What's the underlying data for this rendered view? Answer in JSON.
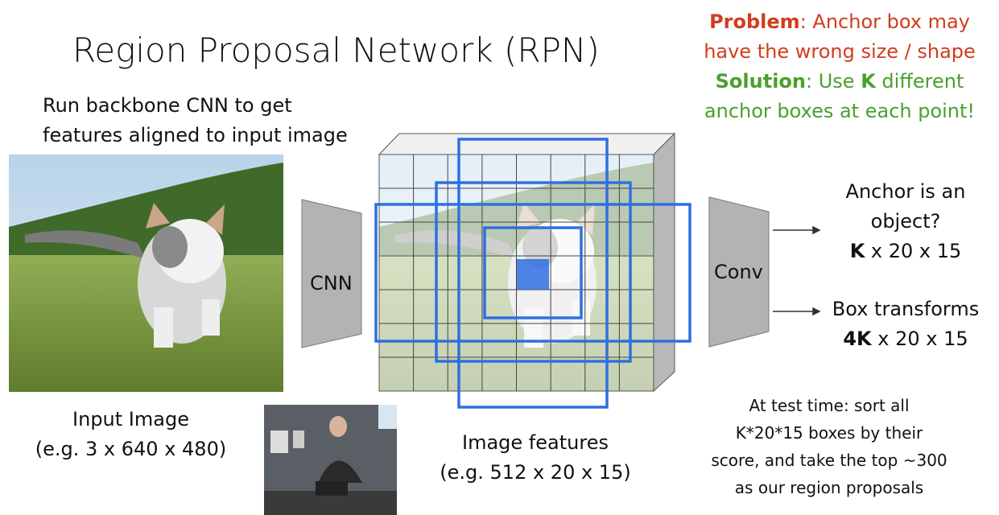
{
  "title": "Region Proposal Network (RPN)",
  "backbone_note": [
    "Run backbone CNN to get",
    "features aligned to input image"
  ],
  "problem": {
    "label": "Problem",
    "text1": ": Anchor box may",
    "text2": "have the wrong size / shape"
  },
  "solution": {
    "label": "Solution",
    "text1": ": Use ",
    "k": "K",
    "text2": " different",
    "text3": "anchor boxes at each point!"
  },
  "cnn_label": "CNN",
  "conv_label": "Conv",
  "input_image": {
    "line1": "Input Image",
    "line2": "(e.g. 3 x 640 x 480)"
  },
  "image_features": {
    "line1": "Image features",
    "line2": "(e.g. 512 x 20 x 15)"
  },
  "objectness": {
    "line1": "Anchor is an",
    "line2": "object?",
    "bold": "K",
    "rest": " x 20 x 15"
  },
  "box_transforms": {
    "line1": "Box transforms",
    "bold": "4K",
    "rest": " x 20 x 15"
  },
  "test_time": [
    "At test time: sort all",
    "K*20*15 boxes by their",
    "score, and take the top ~300",
    "as our region proposals"
  ],
  "colors": {
    "anchor": "#2f6fe0",
    "problem": "#d23c1e",
    "solution": "#4aa02c"
  }
}
